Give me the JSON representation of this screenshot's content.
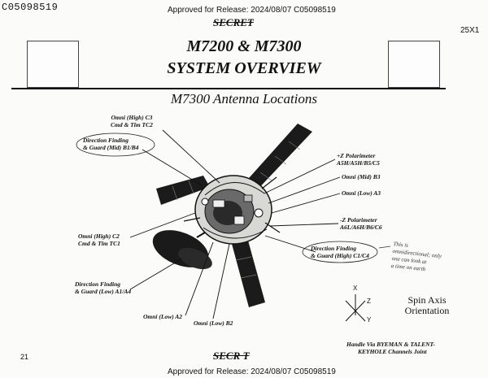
{
  "header": {
    "doc_id": "C05098519",
    "release_top": "Approved for Release: 2024/08/07 C05098519",
    "ref_code": "25X1",
    "classification_top": "SECRET"
  },
  "title": {
    "line1": "M7200 & M7300",
    "line2": "SYSTEM OVERVIEW",
    "subtitle": "M7300 Antenna Locations"
  },
  "antenna_labels": {
    "omni_high_c3": [
      "Omni (High) C3",
      "Cmd & Tlm TC2"
    ],
    "df_guard_mid": [
      "Direction Finding",
      "& Guard (Mid) B1/B4"
    ],
    "pz_polarimeter": [
      "+Z Polarimeter",
      "A5H/A5H/B5/C5"
    ],
    "omni_mid_b3": "Omni (Mid) B3",
    "omni_low_a3": "Omni (Low) A3",
    "mz_polarimeter": [
      "-Z Polarimeter",
      "A6L/A6H/B6/C6"
    ],
    "omni_high_c2": [
      "Omni (High) C2",
      "Cmd & Tlm TC1"
    ],
    "df_guard_high": [
      "Direction Finding",
      "& Guard (High) C1/C4"
    ],
    "df_guard_low": [
      "Direction Finding",
      "& Guard (Low) A1/A4"
    ],
    "omni_low_a2": "Omni (Low) A2",
    "omni_low_b2": "Omni (Low) B2"
  },
  "handwritten_note": [
    "This is",
    "omnidirectional; only",
    "one can look at",
    "a time on earth"
  ],
  "spin_axis": {
    "label_line1": "Spin Axis",
    "label_line2": "Orientation",
    "axis_x": "X",
    "axis_y": "Y",
    "axis_z": "Z"
  },
  "footer": {
    "page_number": "21",
    "classification_bottom": "SECR T",
    "handle_line1": "Handle Via BYEMAN & TALENT-",
    "handle_line2": "KEYHOLE Channels Joint",
    "release_bottom": "Approved for Release: 2024/08/07 C05098519"
  }
}
